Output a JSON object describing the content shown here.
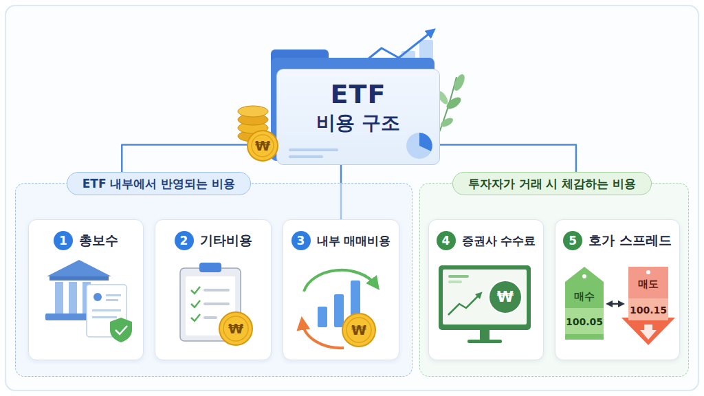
{
  "diagram": {
    "nodes": [
      {
        "text": [
          "ETF",
          "비용 구조"
        ]
      },
      {
        "text": [
          "ETF 내부에서 반영되는 비용"
        ]
      },
      {
        "text": [
          "1",
          "총보수"
        ],
        "in": 1
      },
      {
        "text": [
          "2",
          "기타비용"
        ],
        "in": 1
      },
      {
        "text": [
          "3",
          "내부 매매비용"
        ],
        "in": 1
      },
      {
        "text": [
          "투자자가 거래 시 체감하는 비용"
        ]
      },
      {
        "text": [
          "4",
          "증권사 수수료"
        ],
        "in": 5
      },
      {
        "text": [
          "5",
          "호가 스프레드"
        ],
        "in": 5
      }
    ],
    "edges": [
      {
        "from": 0,
        "to": 1,
        "arrow": "none"
      },
      {
        "from": 0,
        "to": 4,
        "arrow": "none"
      },
      {
        "from": 0,
        "to": 5,
        "arrow": "none"
      }
    ],
    "labels": [
      "₩",
      "₩",
      "₩",
      "₩",
      "매수",
      "100.05",
      "매도",
      "100.15"
    ]
  }
}
